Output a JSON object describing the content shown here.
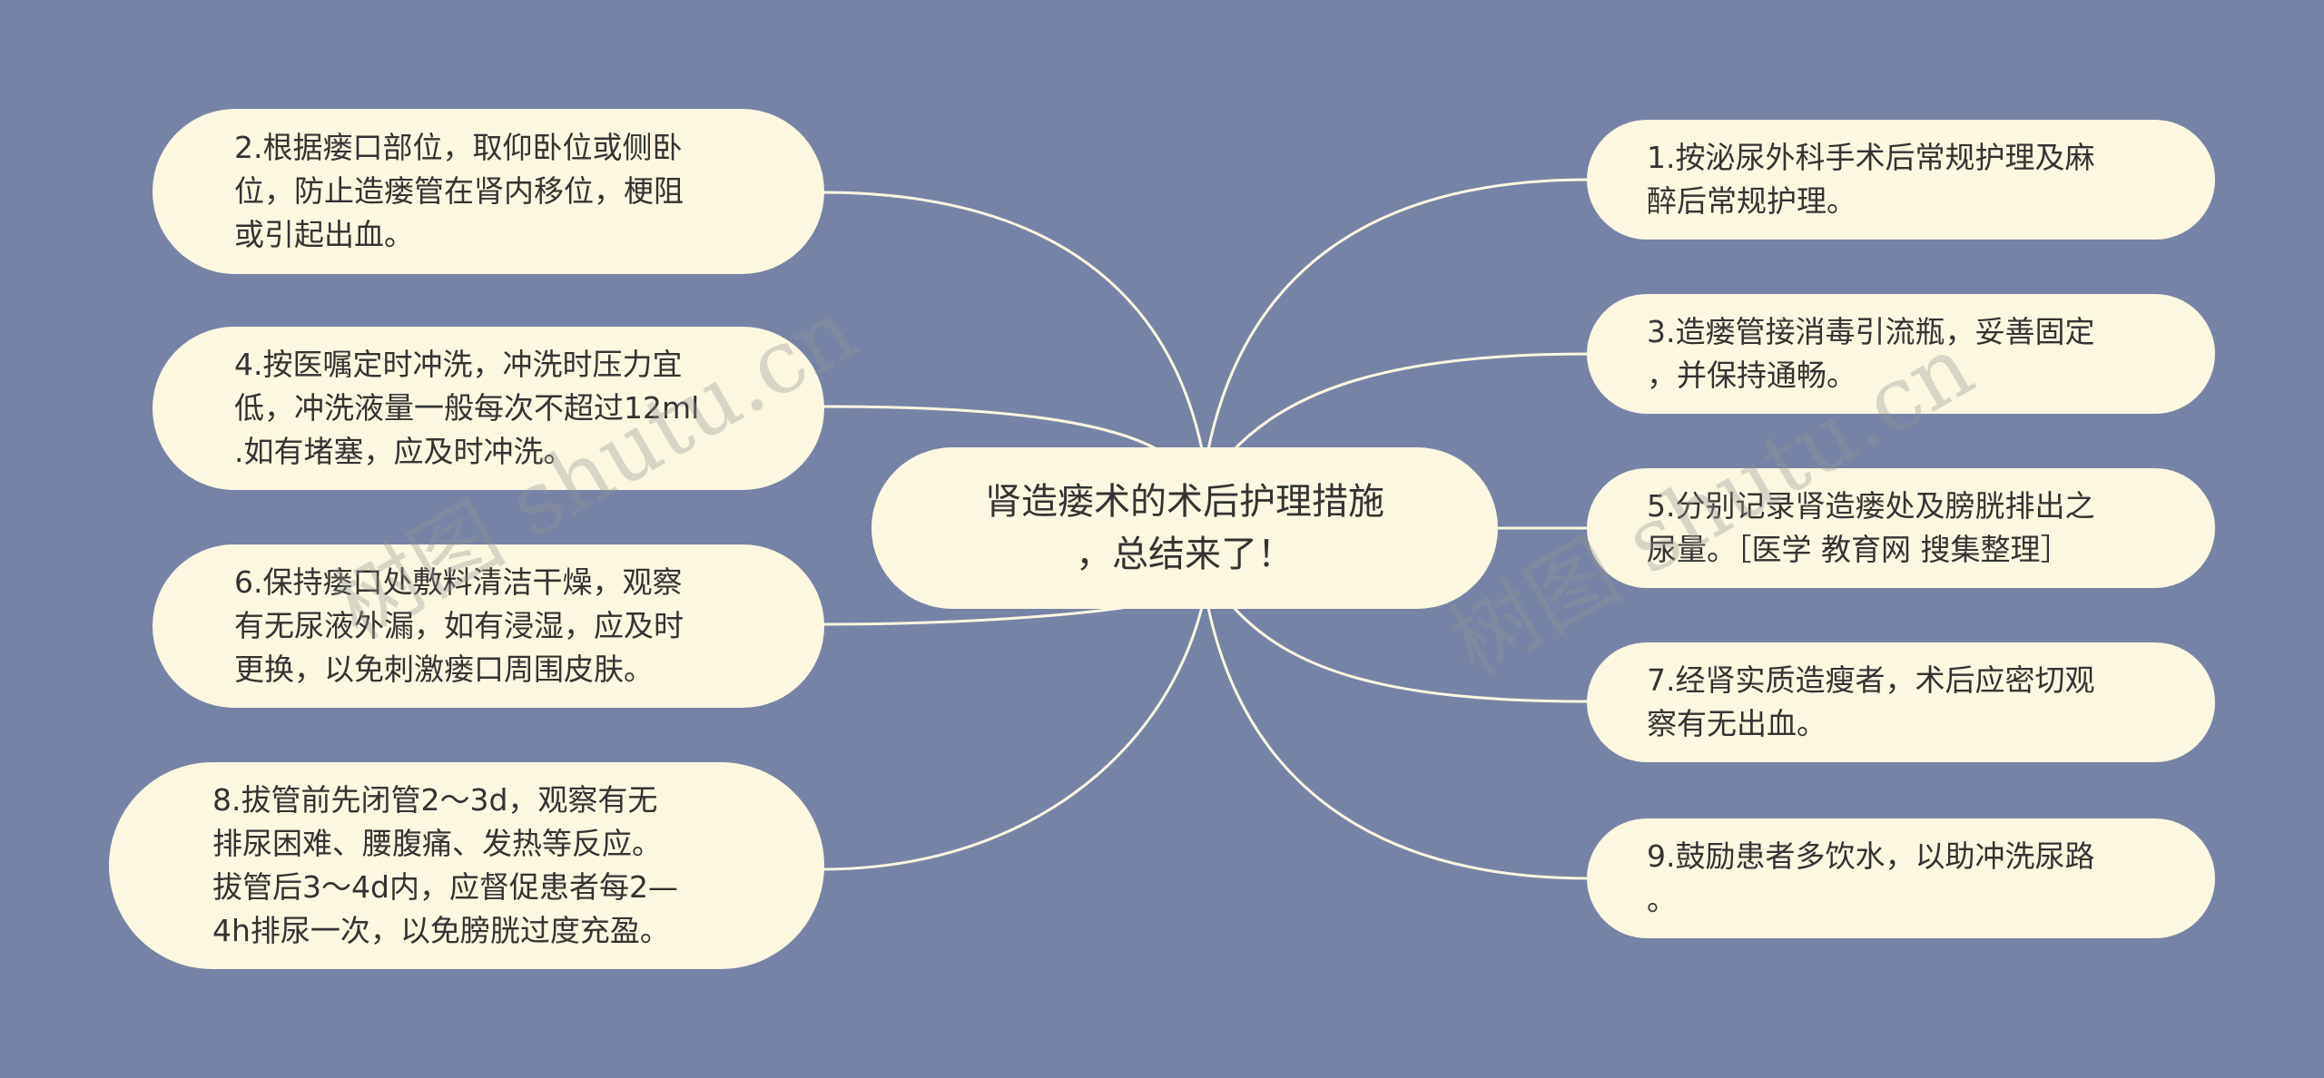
{
  "colors": {
    "background": "#7783a5",
    "node_fill": "#fbf7e1",
    "link": "#fbf7e1",
    "text": "#333333"
  },
  "center": {
    "text": "肾造瘘术的术后护理措施\n，总结来了！"
  },
  "left_nodes": [
    {
      "text": "2.根据瘘口部位，取仰卧位或侧卧\n位，防止造瘘管在肾内移位，梗阻\n或引起出血。"
    },
    {
      "text": "4.按医嘱定时冲洗，冲洗时压力宜\n低，冲洗液量一般每次不超过12ml\n.如有堵塞，应及时冲洗。"
    },
    {
      "text": "6.保持瘘口处敷料清洁干燥，观察\n有无尿液外漏，如有浸湿，应及时\n更换，以免刺激瘘口周围皮肤。"
    },
    {
      "text": "8.拔管前先闭管2～3d，观察有无\n排尿困难、腰腹痛、发热等反应。\n拔管后3～4d内，应督促患者每2—\n4h排尿一次，以免膀胱过度充盈。"
    }
  ],
  "right_nodes": [
    {
      "text": "1.按泌尿外科手术后常规护理及麻\n醉后常规护理。"
    },
    {
      "text": "3.造瘘管接消毒引流瓶，妥善固定\n，并保持通畅。"
    },
    {
      "text": "5.分别记录肾造瘘处及膀胱排出之\n尿量。［医学 教育网 搜集整理］"
    },
    {
      "text": "7.经肾实质造瘦者，术后应密切观\n察有无出血。"
    },
    {
      "text": "9.鼓励患者多饮水，以助冲洗尿路\n。"
    }
  ],
  "watermarks": [
    "树图 shutu.cn",
    "树图 shutu.cn"
  ]
}
